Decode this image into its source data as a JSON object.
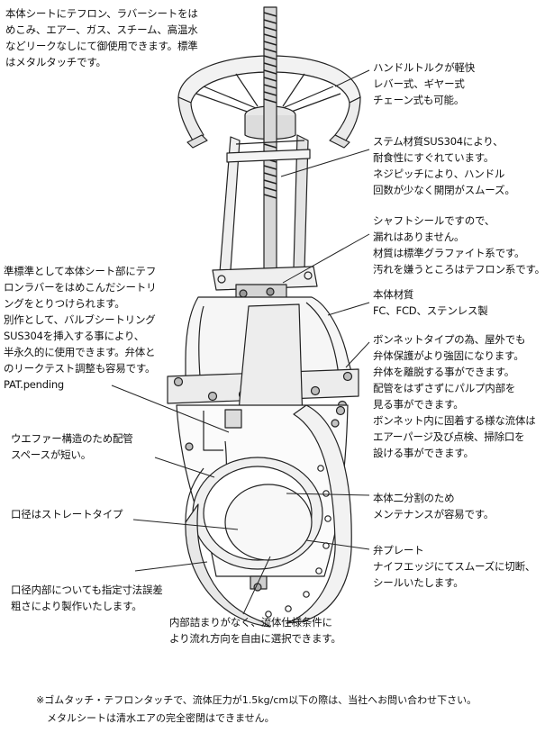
{
  "annotations": {
    "top_left": [
      "本体シートにテフロン、ラバーシートをは",
      "めこみ、エアー、ガス、スチーム、高温水",
      "などリークなしにて御使用できます。標準",
      "はメタルタッチです。"
    ],
    "handle": [
      "ハンドルトルクが軽快",
      "レバー式、ギヤー式",
      "チェーン式も可能。"
    ],
    "stem": [
      "ステム材質SUS304により、",
      "耐食性にすぐれています。",
      "ネジピッチにより、ハンドル",
      "回数が少なく開閉がスムーズ。"
    ],
    "shaft_seal": [
      "シャフトシールですので、",
      "漏れはありません。",
      "材質は標準グラファイト系です。",
      "汚れを嫌うところはテフロン系です。"
    ],
    "body_material": [
      "本体材質",
      "FC、FCD、ステンレス製"
    ],
    "bonnet": [
      "ボンネットタイプの為、屋外でも",
      "弁体保護がより強固になります。",
      "弁体を離脱する事ができます。",
      "配管をはずさずにパルプ内部を",
      "見る事ができます。",
      "ボンネット内に固着する様な流体は",
      "エアーパージ及び点検、掃除口を",
      "設ける事ができます。"
    ],
    "left_seat": [
      "準標準として本体シート部にテフ",
      "ロンラバーをはめこんだシートリ",
      "ングをとりつけられます。",
      "別作として、バルブシートリング",
      "SUS304を挿入する事により、",
      "半永久的に使用できます。弁体と",
      "のリークテスト調整も容易です。",
      "PAT.pending"
    ],
    "wafer": [
      "ウエファー構造のため配管",
      "スペースが短い。"
    ],
    "straight_bore": [
      "口径はストレートタイプ"
    ],
    "bore_inner": [
      "口径内部についても指定寸法誤差",
      "粗さにより製作いたします。"
    ],
    "two_piece": [
      "本体二分割のため",
      "メンテナンスが容易です。"
    ],
    "plate": [
      "弁プレート",
      "ナイフエッジにてスムーズに切断、",
      "シールいたします。"
    ],
    "no_clog": [
      "内部詰まりがなく、流体仕様条件に",
      "より流れ方向を自由に選択できます。"
    ]
  },
  "footer": [
    "※ゴムタッチ・テフロンタッチで、流体圧力が1.5kg/cm以下の際は、当社へお問い合わせ下さい。",
    "メタルシートは清水エアの完全密閉はできません。"
  ]
}
